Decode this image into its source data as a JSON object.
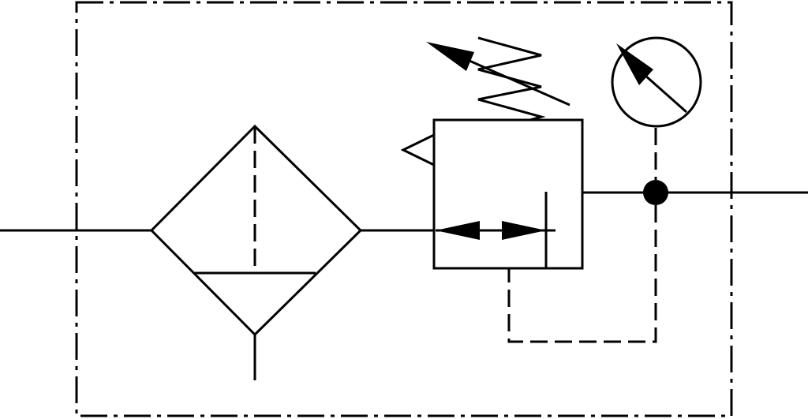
{
  "diagram": {
    "type": "pneumatic-symbol",
    "components": [
      {
        "name": "filter-with-manual-drain",
        "icon": "filter-diamond-icon"
      },
      {
        "name": "pressure-regulator-relieving",
        "icon": "regulator-valve-icon"
      },
      {
        "name": "pressure-gauge",
        "icon": "gauge-icon"
      }
    ],
    "colors": {
      "line": "#000000",
      "background": "#ffffff"
    }
  }
}
